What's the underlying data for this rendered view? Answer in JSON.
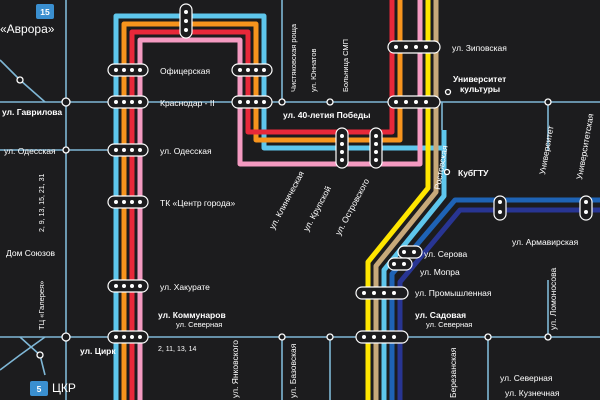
{
  "streets": {
    "zipovskaya": "ул. Зиповская",
    "ofitserskaya": "Офицерская",
    "krasnodar_2": "Краснодар - II",
    "gavrilova": "ул. Гаврилова",
    "odesskaya_left": "ул. Одесская",
    "odesskaya": "ул. Одесская",
    "tk_center": "ТК «Центр города»",
    "dom_soyuzov": "Дом Союзов",
    "hakurate": "ул. Хакурате",
    "tsirk": "ул. Цирк",
    "tts_galereya": "ТЦ «Галерея»",
    "kommunarov": "ул. Коммунаров",
    "severnaya_1": "ул. Северная",
    "sadovaya": "ул. Садовая",
    "severnaya_2": "ул. Северная",
    "promyshlennaya": "ул. Промышленная",
    "mopra": "ул. Мопра",
    "serova": "ул. Серова",
    "armavirskaya": "ул. Армавирская",
    "kubgtu": "КубГТУ",
    "pobedy": "ул. 40-летия Победы",
    "universitet_kultury_1": "Университет",
    "universitet_kultury_2": "культуры",
    "chistyakovskaya": "Чистяковская роща",
    "yunatov": "ул. Юннатов",
    "bolnitsa": "Больница СМП",
    "klinicheskaya": "ул. Клиническая",
    "krupskoy": "ул. Крупской",
    "ostrovskogo": "ул. Островского",
    "rostovskaya": "Ростовская",
    "universitet_v1": "Университет",
    "universitet_v2": "",
    "universitetskaya": "Университетская",
    "lomonosova": "ул. Ломоносова",
    "yankovskogo": "ул. Янковского",
    "bazovskaya": "ул. Базовская",
    "beregovaya": "Березанская",
    "severnaya_3": "ул. Северная",
    "kuznechnaya": "ул. Кузнечная",
    "avrora": "«Аврора»",
    "tskr": "ЦКР"
  },
  "route_numbers": {
    "left_vertical": "2, 9, 13, 15, 21, 31",
    "bottom": "2, 11, 13, 14"
  },
  "badges": {
    "top": "15",
    "bottom": "5"
  },
  "colors": {
    "background": "#1c1c1e",
    "thin_line": "#7fb7d6",
    "cyan": "#5ec6ec",
    "orange": "#f7941d",
    "red": "#e8283a",
    "pink": "#f49ac1",
    "yellow": "#ffe600",
    "beige": "#c8a97a",
    "blue": "#1e63b5",
    "navy": "#283593",
    "stop_fill": "#1c1c1e",
    "stop_stroke": "#ffffff"
  }
}
